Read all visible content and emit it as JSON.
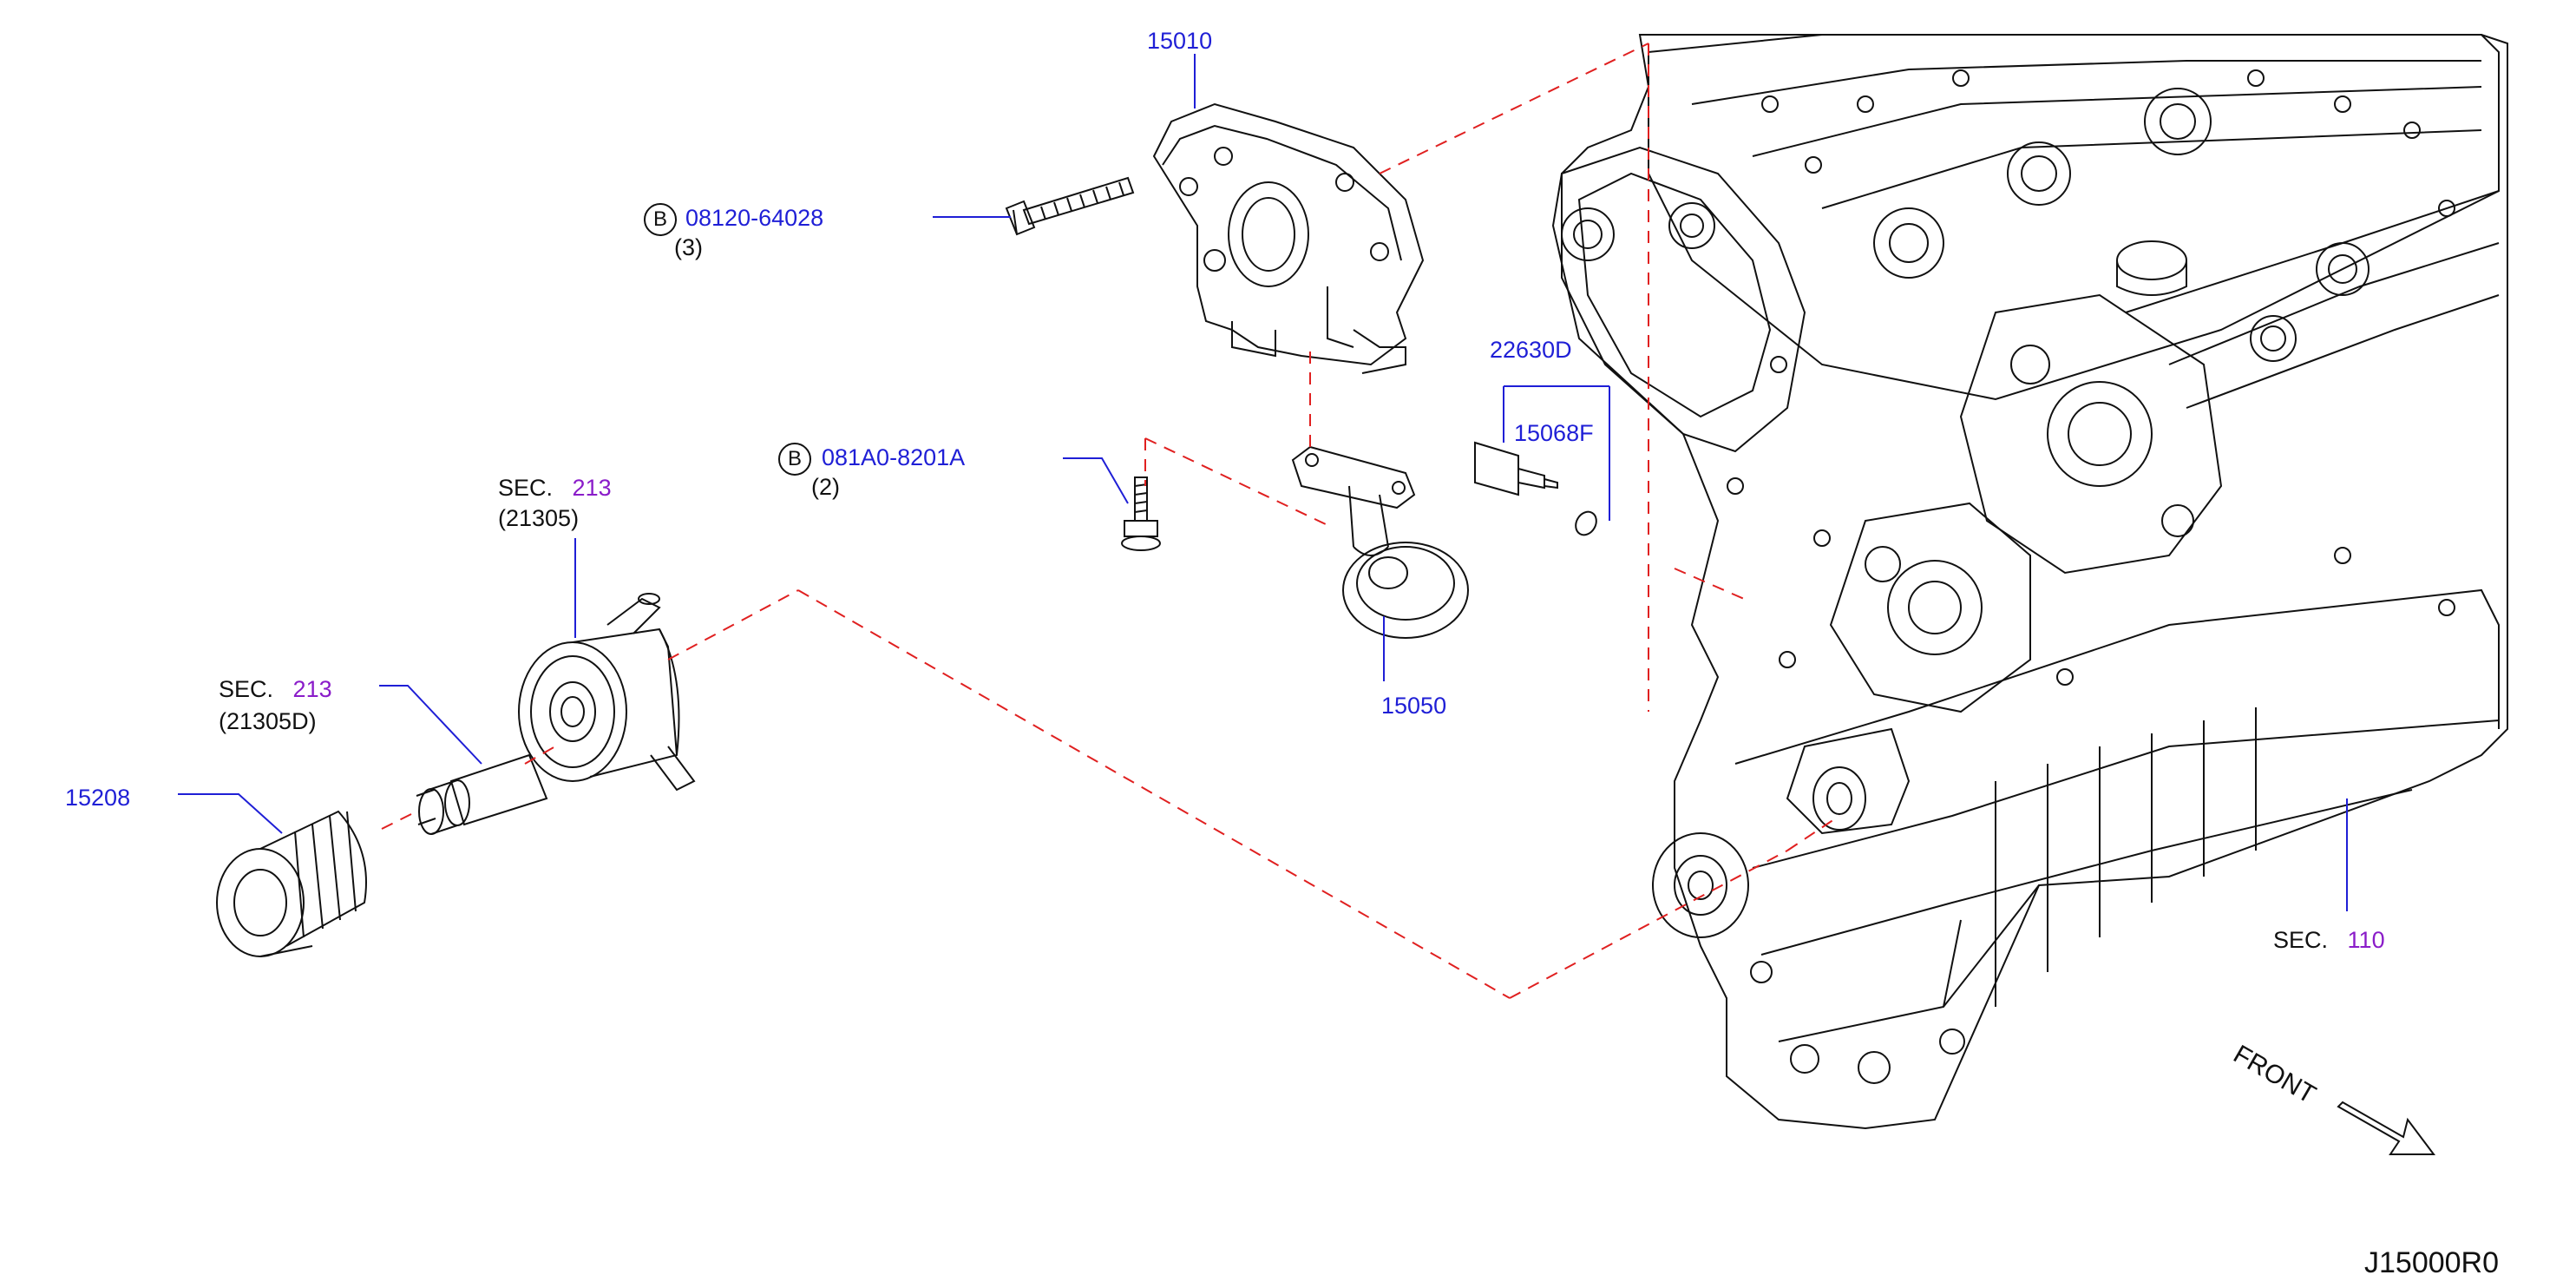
{
  "parts": {
    "oil_pump": "15010",
    "bolt_a": {
      "marker": "B",
      "number": "08120-64028",
      "qty": "(3)"
    },
    "bolt_b": {
      "marker": "B",
      "number": "081A0-8201A",
      "qty": "(2)"
    },
    "sensor": "22630D",
    "oring": "15068F",
    "strainer": "15050",
    "filter": "15208",
    "cooler": {
      "sec_label": "SEC.",
      "sec_num": "213",
      "sub": "(21305)"
    },
    "connector": {
      "sec_label": "SEC.",
      "sec_num": "213",
      "sub": "(21305D)"
    },
    "block": {
      "sec_label": "SEC.",
      "sec_num": "110"
    }
  },
  "front_label": "FRONT",
  "diagram_code": "J15000R0",
  "colors": {
    "part_number": "#1f1fd6",
    "section_number": "#8a1cc9",
    "leader_line": "#1f1fd6",
    "dashed_line": "#e02020",
    "outline": "#111111"
  }
}
